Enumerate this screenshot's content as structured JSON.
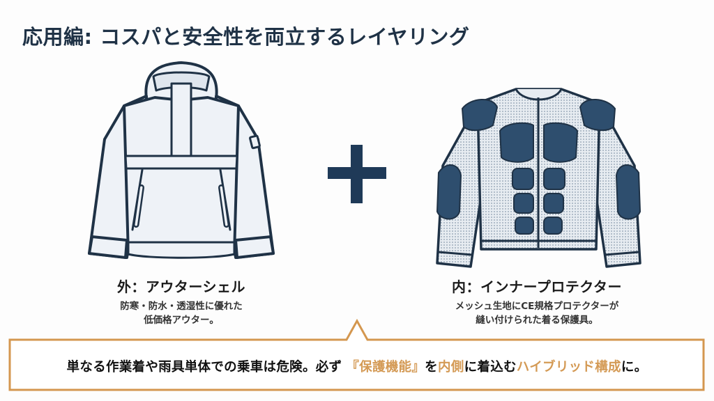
{
  "title": "応用編: コスパと安全性を両立するレイヤリング",
  "colors": {
    "title": "#1f3246",
    "navy": "#1f3a58",
    "protector": "#2e4e6e",
    "fabric": "#e8edf3",
    "accent": "#d49a55",
    "border": "#d4974f"
  },
  "outer": {
    "icon": "anorak-jacket-icon",
    "heading": "外：アウターシェル",
    "desc_line1": "防寒・防水・透湿性に優れた",
    "desc_line2": "低価格アウター。"
  },
  "plus_icon": "plus-icon",
  "inner": {
    "icon": "protector-jacket-icon",
    "heading": "内：インナープロテクター",
    "desc_line1": "メッシュ生地にCE規格プロテクターが",
    "desc_line2": "縫い付けられた着る保護具。"
  },
  "callout": {
    "part1": "単なる作業着や雨具単体での乗車は危険。必ず",
    "part2": "『保護機能』",
    "part3": "を",
    "part4": "内側",
    "part5": "に着込む",
    "part6": "ハイブリッド構成",
    "part7": "に。"
  }
}
